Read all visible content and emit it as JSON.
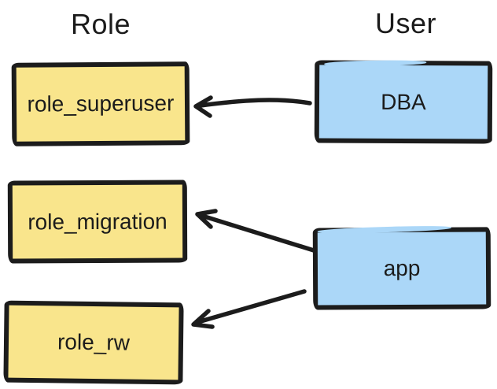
{
  "diagram": {
    "headings": {
      "left": "Role",
      "right": "User"
    },
    "nodes": [
      {
        "id": "role_superuser",
        "label": "role_superuser",
        "kind": "role"
      },
      {
        "id": "role_migration",
        "label": "role_migration",
        "kind": "role"
      },
      {
        "id": "role_rw",
        "label": "role_rw",
        "kind": "role"
      },
      {
        "id": "DBA",
        "label": "DBA",
        "kind": "user"
      },
      {
        "id": "app",
        "label": "app",
        "kind": "user"
      }
    ],
    "edges": [
      {
        "from": "DBA",
        "to": "role_superuser"
      },
      {
        "from": "app",
        "to": "role_migration"
      },
      {
        "from": "app",
        "to": "role_rw"
      }
    ],
    "colors": {
      "role_fill": "#f9e58c",
      "user_fill": "#abd7f8",
      "stroke": "#1c1c1c",
      "text": "#1b1b1b",
      "background": "#ffffff"
    }
  }
}
